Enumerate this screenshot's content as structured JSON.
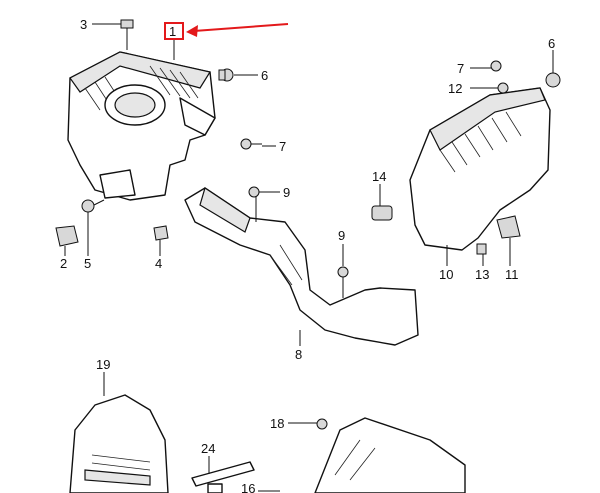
{
  "callouts": [
    {
      "id": "c1",
      "text": "1"
    },
    {
      "id": "c2",
      "text": "2"
    },
    {
      "id": "c3",
      "text": "3"
    },
    {
      "id": "c4",
      "text": "4"
    },
    {
      "id": "c5",
      "text": "5"
    },
    {
      "id": "c6a",
      "text": "6"
    },
    {
      "id": "c6b",
      "text": "6"
    },
    {
      "id": "c7a",
      "text": "7"
    },
    {
      "id": "c7b",
      "text": "7"
    },
    {
      "id": "c8",
      "text": "8"
    },
    {
      "id": "c9a",
      "text": "9"
    },
    {
      "id": "c9b",
      "text": "9"
    },
    {
      "id": "c10",
      "text": "10"
    },
    {
      "id": "c11",
      "text": "11"
    },
    {
      "id": "c12",
      "text": "12"
    },
    {
      "id": "c13",
      "text": "13"
    },
    {
      "id": "c14",
      "text": "14"
    },
    {
      "id": "c16",
      "text": "16"
    },
    {
      "id": "c18",
      "text": "18"
    },
    {
      "id": "c19",
      "text": "19"
    },
    {
      "id": "c24",
      "text": "24"
    }
  ],
  "highlight": {
    "color": "#e3191b",
    "target": "1"
  },
  "colors": {
    "line": "#111111",
    "shade": "#e6e6e6"
  }
}
